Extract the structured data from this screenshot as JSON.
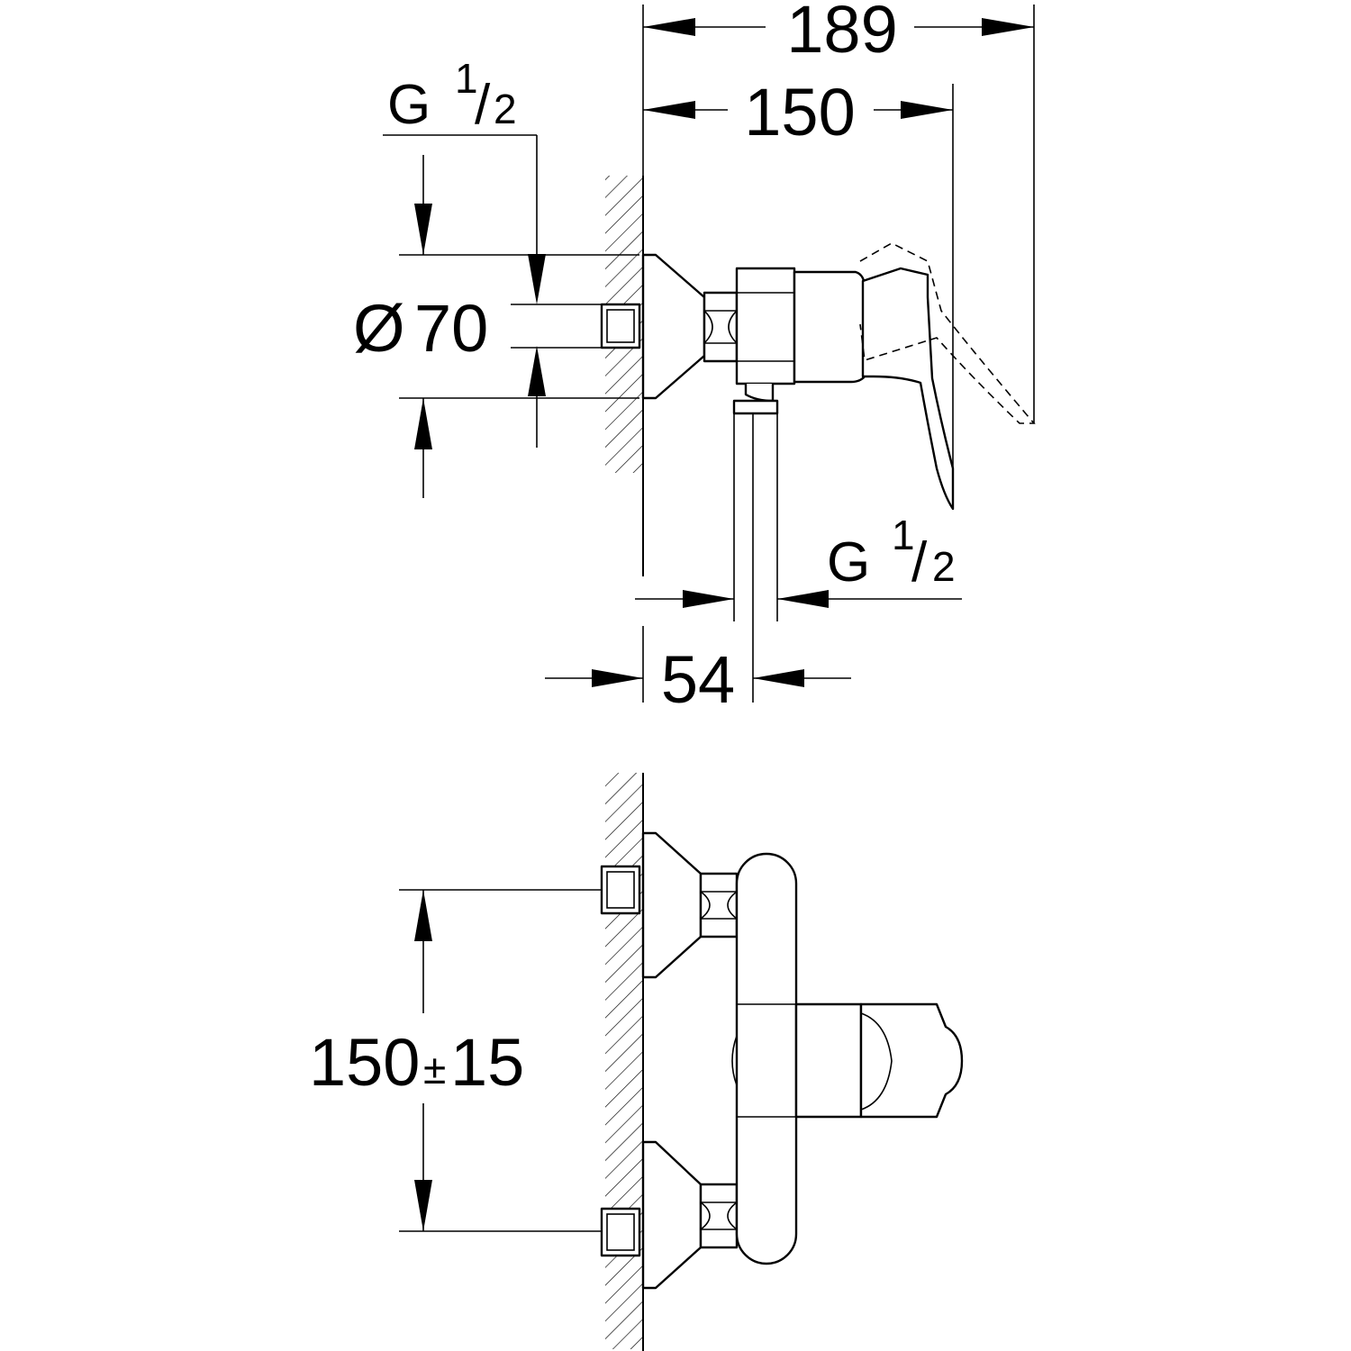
{
  "dimensions": {
    "overall_depth": "189",
    "lever_depth": "150",
    "outlet_thread_label": "G",
    "outlet_thread_num": "1",
    "outlet_thread_den": "2",
    "inlet_thread_label": "G",
    "inlet_thread_num": "1",
    "inlet_thread_den": "2",
    "flange_diameter_symbol": "Ø",
    "flange_diameter_value": "70",
    "outlet_offset": "54",
    "inlet_spacing_value": "150",
    "inlet_spacing_pm": "±",
    "inlet_spacing_tolerance": "15"
  }
}
